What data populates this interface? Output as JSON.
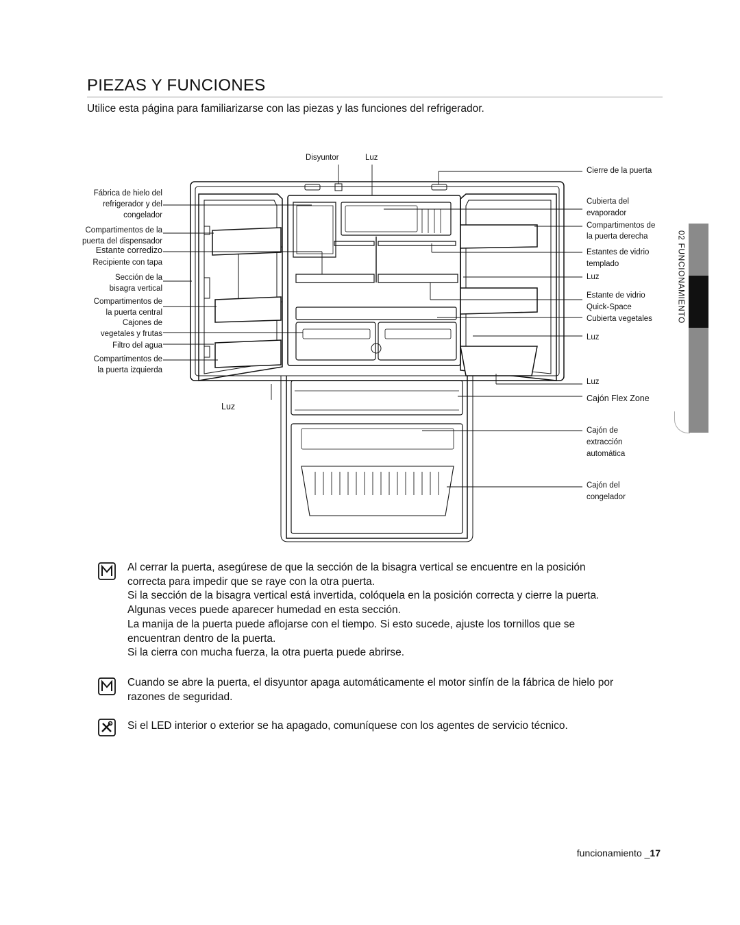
{
  "page": {
    "title": "PIEZAS Y FUNCIONES",
    "intro": "Utilice esta página para familiarizarse con las piezas y las funciones del refrigerador.",
    "side_tab": "02 FUNCIONAMIENTO",
    "footer_text": "funcionamiento _",
    "footer_page": "17"
  },
  "labels_top": {
    "disyuntor": "Disyuntor",
    "luz_top": "Luz"
  },
  "labels_left": [
    "Fábrica de hielo del",
    "refrigerador y del",
    "congelador",
    "Compartimentos de la",
    "puerta del dispensador",
    "Estante corredizo",
    "Recipiente con tapa",
    "Sección de la",
    "bisagra vertical",
    "Compartimentos de",
    "la puerta central",
    "Cajones de",
    "vegetales y frutas",
    "Filtro del agua",
    "Compartimentos de",
    "la puerta izquierda"
  ],
  "label_luz_left": "Luz",
  "labels_right": [
    "Cierre de la puerta",
    "Cubierta del",
    "evaporador",
    "Compartimentos de",
    "la puerta derecha",
    "Estantes de vidrio",
    "templado",
    "Luz",
    "Estante de vidrio",
    "Quick-Space",
    "Cubierta vegetales",
    "Luz",
    "Luz",
    "Cajón Flex Zone",
    "Cajón de",
    "extracción",
    "automática",
    "Cajón del",
    "congelador"
  ],
  "notes": [
    {
      "icon": "note-icon",
      "lines": [
        "Al cerrar la puerta, asegúrese de que la sección de la bisagra vertical se encuentre en la posición",
        "correcta para impedir que se raye con la otra puerta.",
        "Si la sección de la bisagra vertical está invertida, colóquela en la posición correcta y cierre la puerta.",
        "Algunas veces puede aparecer humedad en esta sección.",
        "La manija de la puerta puede aflojarse con el tiempo. Si esto sucede, ajuste los tornillos que se",
        "encuentran dentro de la puerta.",
        "Si la cierra con mucha fuerza, la otra puerta puede abrirse."
      ]
    },
    {
      "icon": "note-icon",
      "lines": [
        "Cuando se abre la puerta, el disyuntor apaga automáticamente el motor sinfín de la fábrica de hielo por",
        "razones de seguridad."
      ]
    },
    {
      "icon": "service-tools-icon",
      "lines": [
        "Si el LED interior o exterior se ha apagado, comuníquese con los agentes de servicio técnico."
      ]
    }
  ]
}
